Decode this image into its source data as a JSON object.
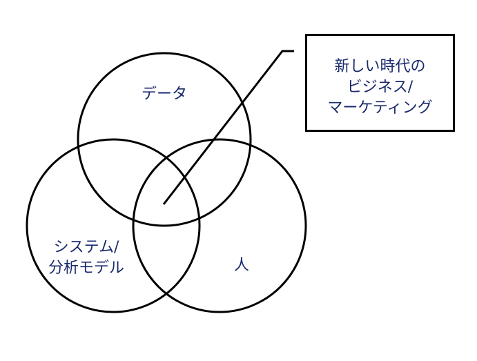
{
  "diagram": {
    "sets": [
      {
        "id": "data",
        "label_lines": [
          "データ"
        ]
      },
      {
        "id": "system",
        "label_lines": [
          "システム/",
          "分析モデル"
        ]
      },
      {
        "id": "people",
        "label_lines": [
          "人"
        ]
      }
    ],
    "callout": {
      "lines": [
        "新しい時代の",
        "ビジネス/",
        "マーケティング"
      ]
    },
    "colors": {
      "outline": "#000000",
      "text": "#1a2a6c"
    }
  }
}
